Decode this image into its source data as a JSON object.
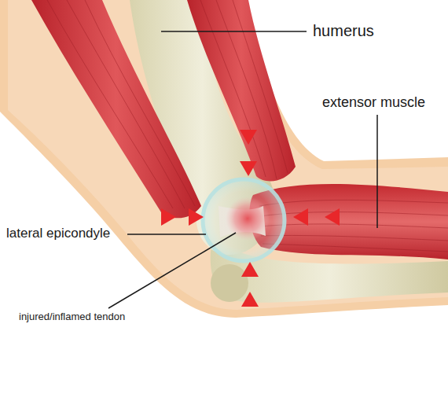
{
  "diagram": {
    "labels": [
      "humerus",
      "extensor muscle",
      "lateral epicondyle",
      "injured/inflamed tendon"
    ]
  }
}
